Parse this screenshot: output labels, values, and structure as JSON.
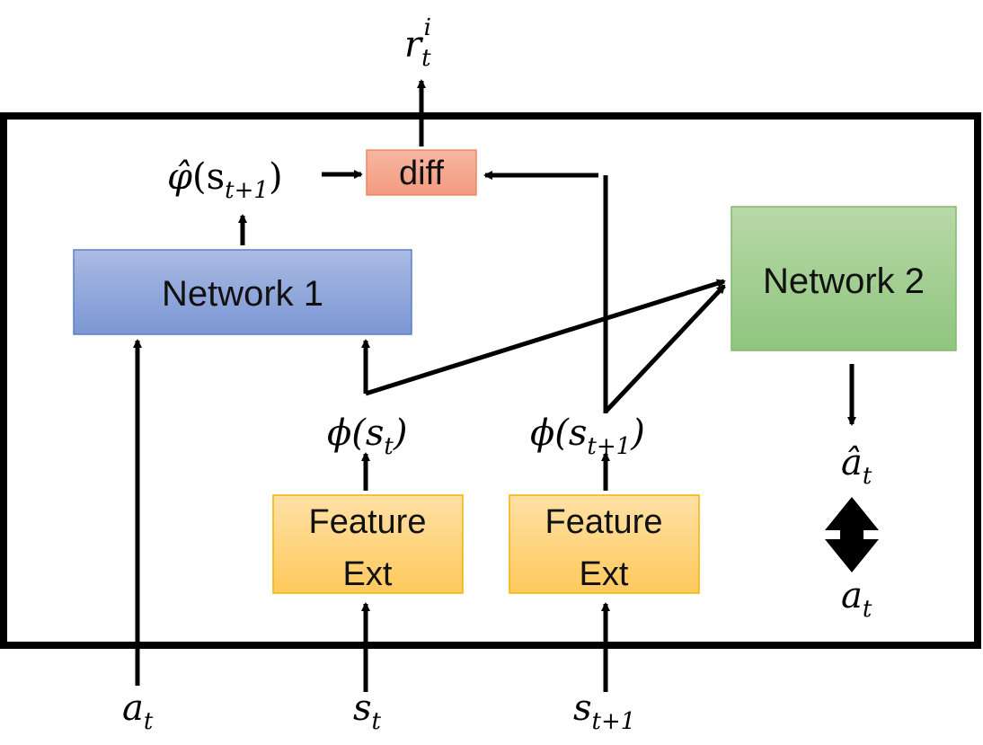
{
  "boxes": {
    "network1": "Network 1",
    "network2": "Network 2",
    "diff": "diff",
    "feature1_line1": "Feature",
    "feature1_line2": "Ext",
    "feature2_line1": "Feature",
    "feature2_line2": "Ext"
  },
  "colors": {
    "network1_top": "#aabbe3",
    "network1_bottom": "#7b96d4",
    "network1_border": "#5b7fcc",
    "network2_top": "#b8d8a8",
    "network2_bottom": "#8fc57e",
    "network2_border": "#82b86e",
    "diff_top": "#f7b7a0",
    "diff_bottom": "#f29b80",
    "diff_border": "#e88a66",
    "feature_top": "#ffe1a6",
    "feature_bottom": "#ffc95c",
    "feature_border": "#f0b400"
  },
  "labels": {
    "reward_base": "r",
    "reward_sub": "t",
    "reward_sup": "i",
    "phi_hat": "φ̂",
    "phi_hat_arg_open": "(s",
    "phi_hat_arg_sub": "t+1",
    "phi_hat_arg_close": ")",
    "phi_st_base": "ϕ(s",
    "phi_st_sub": "t",
    "phi_st_close": ")",
    "phi_st1_base": "ϕ(s",
    "phi_st1_sub": "t+1",
    "phi_st1_close": ")",
    "a_hat_base": "â",
    "a_hat_sub": "t",
    "a_base": "a",
    "a_sub": "t",
    "input_a_base": "a",
    "input_a_sub": "t",
    "input_s_base": "s",
    "input_s_sub": "t",
    "input_s1_base": "s",
    "input_s1_sub": "t+1"
  }
}
